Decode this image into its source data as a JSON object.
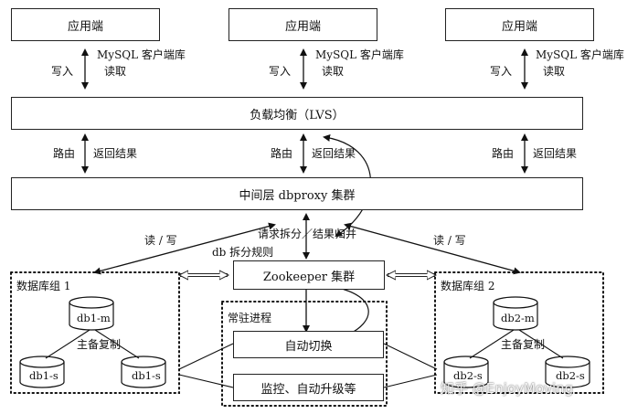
{
  "app_clients": {
    "left": {
      "title": "应用端",
      "client_lib": "MySQL 客户端库",
      "write": "写入",
      "read": "读取"
    },
    "center": {
      "title": "应用端",
      "client_lib": "MySQL 客户端库",
      "write": "写入",
      "read": "读取"
    },
    "right": {
      "title": "应用端",
      "client_lib": "MySQL 客户端库",
      "write": "写入",
      "read": "读取"
    }
  },
  "lvs": {
    "title": "负载均衡（LVS）"
  },
  "routing": {
    "left": {
      "route": "路由",
      "return": "返回结果"
    },
    "center": {
      "route": "路由",
      "return": "返回结果"
    },
    "right": {
      "route": "路由",
      "return": "返回结果"
    }
  },
  "proxy": {
    "title": "中间层 dbproxy 集群"
  },
  "proxy_labels": {
    "split_merge": "请求拆分／结果归并",
    "read_write_left": "读 / 写",
    "read_write_right": "读 / 写",
    "db_split_rule": "db 拆分规则"
  },
  "zookeeper": {
    "title": "Zookeeper 集群"
  },
  "daemons": {
    "group_title": "常驻进程",
    "auto_switch": "自动切换",
    "monitor": "监控、自动升级等"
  },
  "db_group_1": {
    "title": "数据库组 1",
    "master": "db1-m",
    "replication": "主备复制",
    "slave_left": "db1-s",
    "slave_right": "db1-s"
  },
  "db_group_2": {
    "title": "数据库组 2",
    "master": "db2-m",
    "replication": "主备复制",
    "slave_left": "db2-s",
    "slave_right": "db2-s"
  },
  "watermark": "知乎 @EnjoyMoving"
}
